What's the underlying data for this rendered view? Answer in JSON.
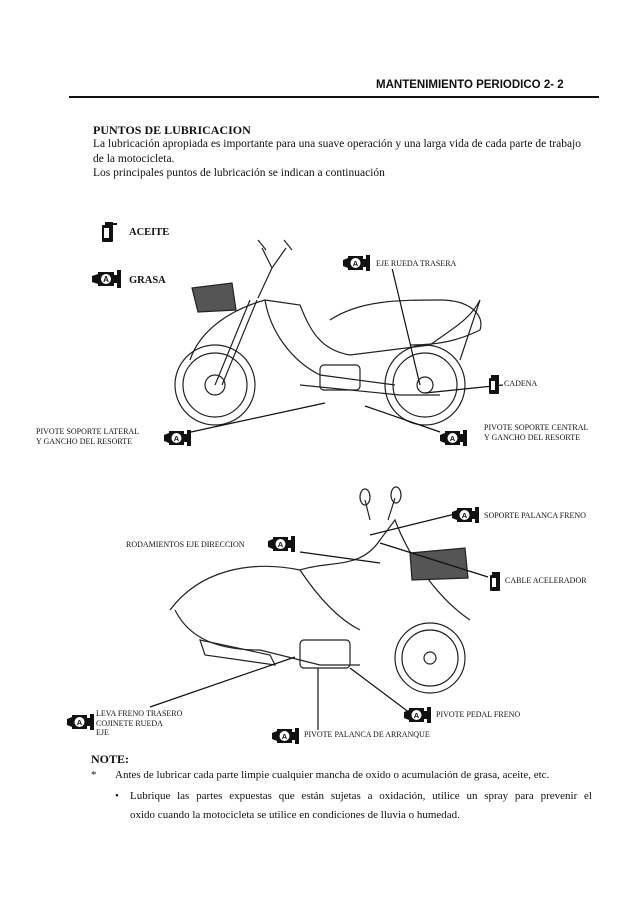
{
  "header": {
    "title": "MANTENIMIENTO PERIODICO 2- 2"
  },
  "intro": {
    "title": "PUNTOS DE LUBRICACION",
    "line1": "La lubricación apropiada es importante para una suave operación y una larga vida de cada parte de trabajo",
    "line2": "de la motocicleta.",
    "line3": "Los principales puntos de lubricación se indican a continuación"
  },
  "legend": {
    "oil": "ACEITE",
    "grease": "GRASA"
  },
  "icons": {
    "oil": "oil-can-icon",
    "grease": "grease-gun-icon",
    "grease_letter": "A"
  },
  "figure1": {
    "eje_rueda_trasera": "EJE RUEDA TRASERA",
    "cadena": "CADENA",
    "pivote_lateral_1": "PIVOTE SOPORTE LATERAL",
    "pivote_lateral_2": "Y GANCHO DEL RESORTE",
    "pivote_central_1": "PIVOTE SOPORTE CENTRAL",
    "pivote_central_2": "Y GANCHO DEL RESORTE"
  },
  "figure2": {
    "soporte_palanca_freno": "SOPORTE PALANCA FRENO",
    "rodamientos": "RODAMIENTOS EJE DIRECCION",
    "cable_acelerador": "CABLE ACELERADOR",
    "leva_1": "LEVA FRENO TRASERO",
    "leva_2": "COJINETE RUEDA",
    "leva_3": "EJE",
    "pivote_pedal": "PIVOTE PEDAL FRENO",
    "pivote_arranque": "PIVOTE PALANCA DE ARRANQUE"
  },
  "note": {
    "title": "NOTE:",
    "star": "*",
    "item1": "Antes de lubricar cada parte limpie cualquier mancha de oxido o acumulación de grasa, aceite, etc.",
    "bullet": "•",
    "item2a": "Lubrique las partes expuestas que están sujetas a oxidación, utilice un spray para prevenir el",
    "item2b": "oxido cuando la motocicleta se utilice en condiciones de lluvia o humedad."
  }
}
